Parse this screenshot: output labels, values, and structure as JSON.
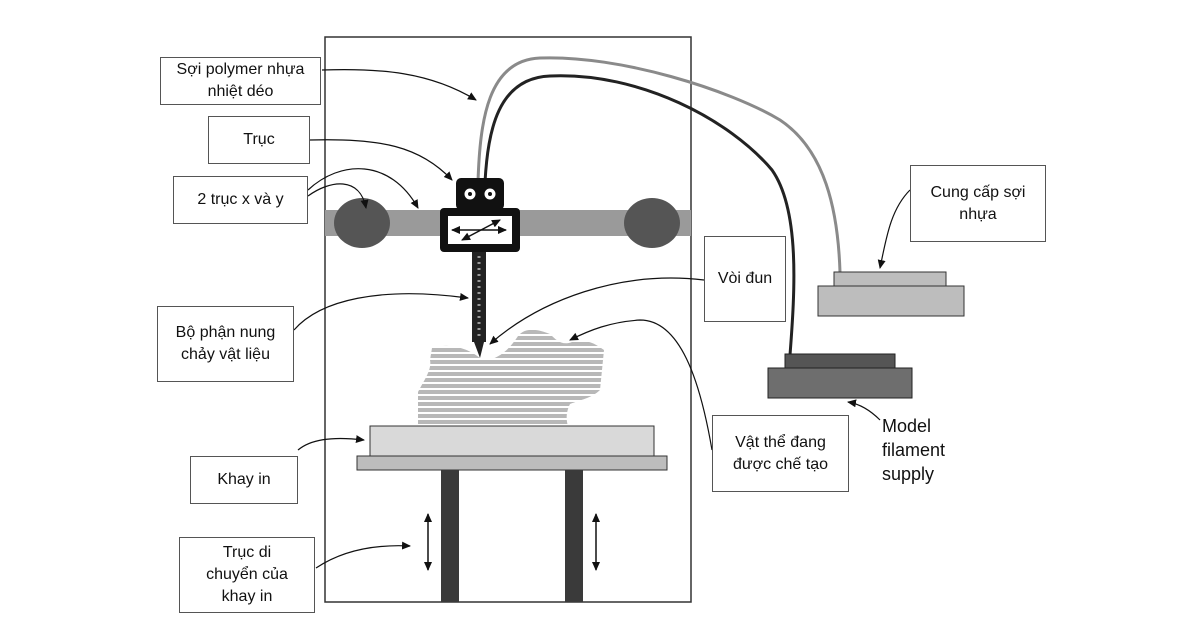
{
  "labels": {
    "filament": "Sợi polymer nhựa nhiệt déo",
    "axis": "Trục",
    "xy_axes": "2 trục x và y",
    "melter": "Bộ phận nung chảy vật liệu",
    "tray": "Khay in",
    "tray_axis": "Trục di chuyển của khay in",
    "nozzle": "Vòi đun",
    "part": "Vật thể đang được chế tạo",
    "supply": "Cung cấp sợi nhựa",
    "model_supply": "Model filament supply"
  },
  "colors": {
    "frame": "#333333",
    "rail": "#9a9a9a",
    "roller": "#555555",
    "head": "#111111",
    "object_stripe": "#b8b8b8",
    "tray": "#d9d9d9",
    "post": "#3a3a3a",
    "supply_base": "#bdbdbd",
    "model_base": "#6e6e6e"
  }
}
